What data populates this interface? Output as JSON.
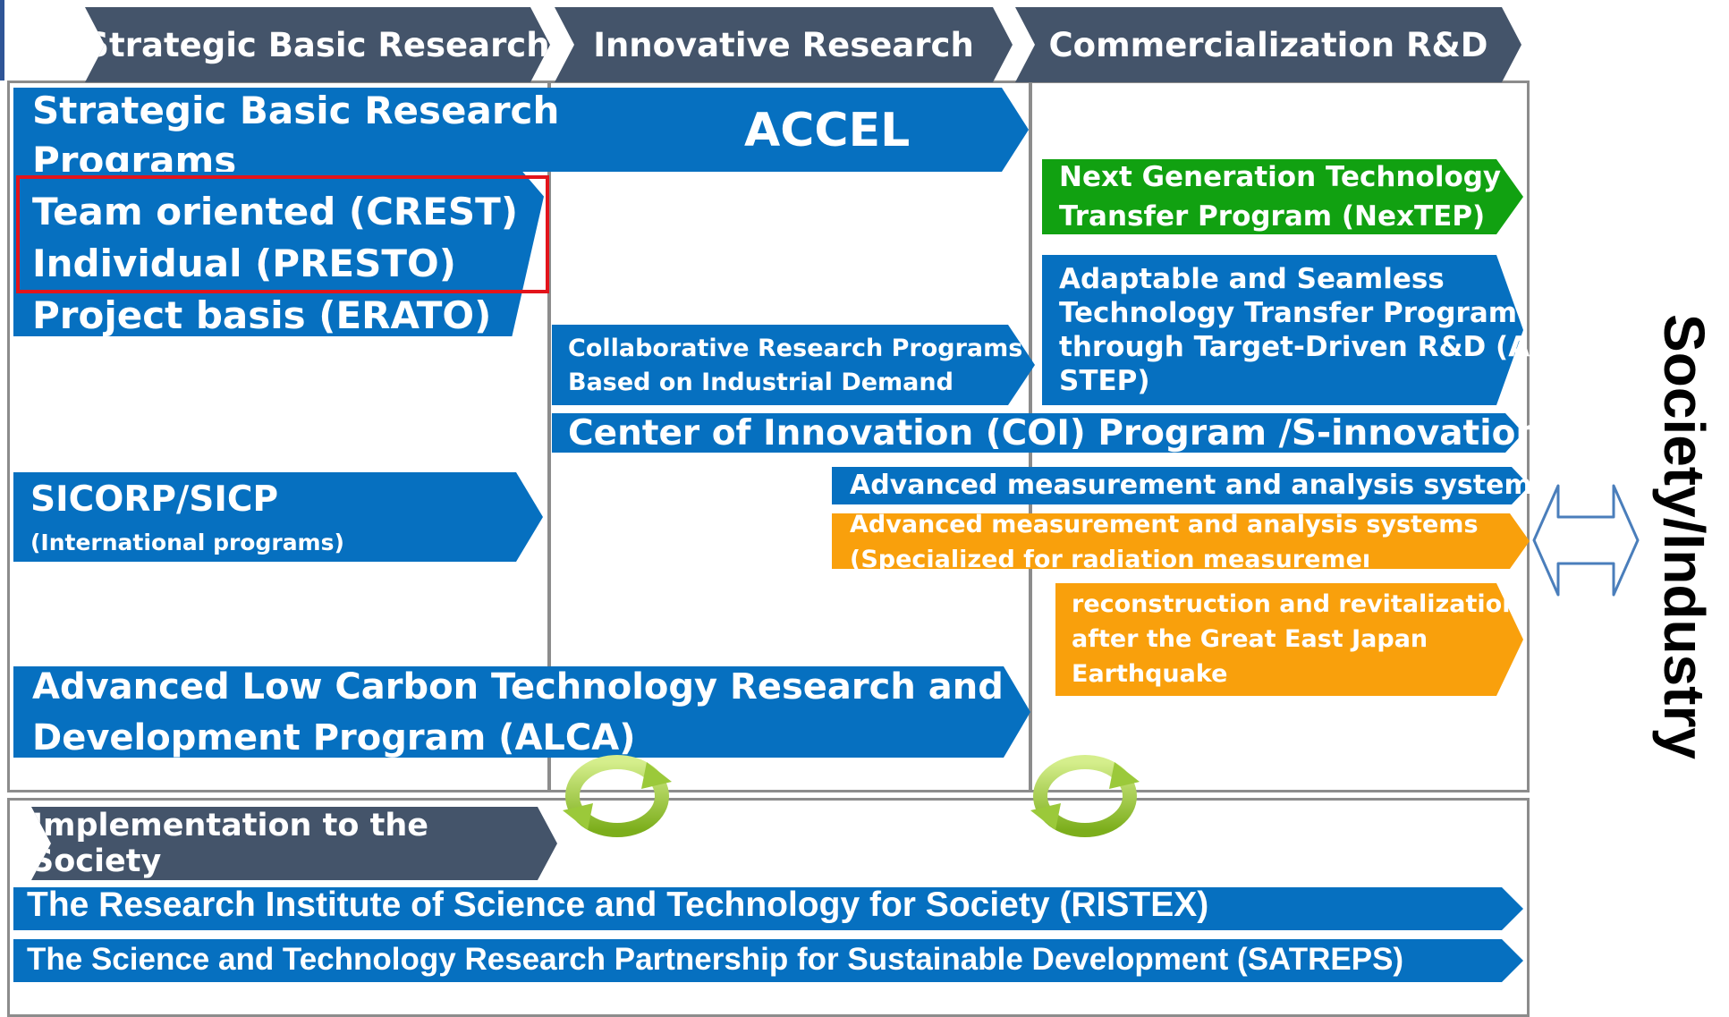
{
  "headers": {
    "basic": "Strategic Basic Research",
    "innovative": "Innovative Research",
    "commercial": "Commercialization R&D"
  },
  "programs": {
    "sbrp_title_line1": "Strategic Basic Research",
    "sbrp_title_line2": "Programs",
    "accel": "ACCEL",
    "crest": "Team oriented (CREST)",
    "presto": "Individual (PRESTO)",
    "erato": "Project basis (ERATO)",
    "nextep_line1": "Next Generation Technology",
    "nextep_line2": "Transfer Program (NexTEP)",
    "astep_line1": "Adaptable and Seamless",
    "astep_line2": "Technology Transfer Program",
    "astep_line3": "through Target-Driven R&D (A-",
    "astep_line4": "STEP)",
    "collab_line1": "Collaborative Research Programs",
    "collab_line2": "Based on Industrial Demand",
    "coi": "Center of Innovation (COI) Program /S-innovation",
    "adv_meas": "Advanced measurement and analysis systems",
    "adv_rad_line1": "Advanced measurement and analysis systems",
    "adv_rad_line2": "(Specialized for radiation measurement)",
    "recon_line1": "reconstruction and revitalization",
    "recon_line2": "after the Great East Japan",
    "recon_line3": "Earthquake",
    "sicorp": "SICORP/SICP",
    "sicorp_sub": "(International programs)",
    "alca_line1": "Advanced Low Carbon Technology Research and",
    "alca_line2": "Development Program (ALCA)"
  },
  "society": {
    "implementation": "Implementation to the Society",
    "ristex": "The Research Institute of Science and Technology for Society (RISTEX)",
    "satreps": "The Science and Technology Research Partnership for Sustainable Development (SATREPS)"
  },
  "side_label": "Society/Industry",
  "colors": {
    "blue": "#0670c0",
    "green": "#11a111",
    "orange": "#f9a00c",
    "header": "#44546a",
    "highlight": "#e3141b"
  }
}
